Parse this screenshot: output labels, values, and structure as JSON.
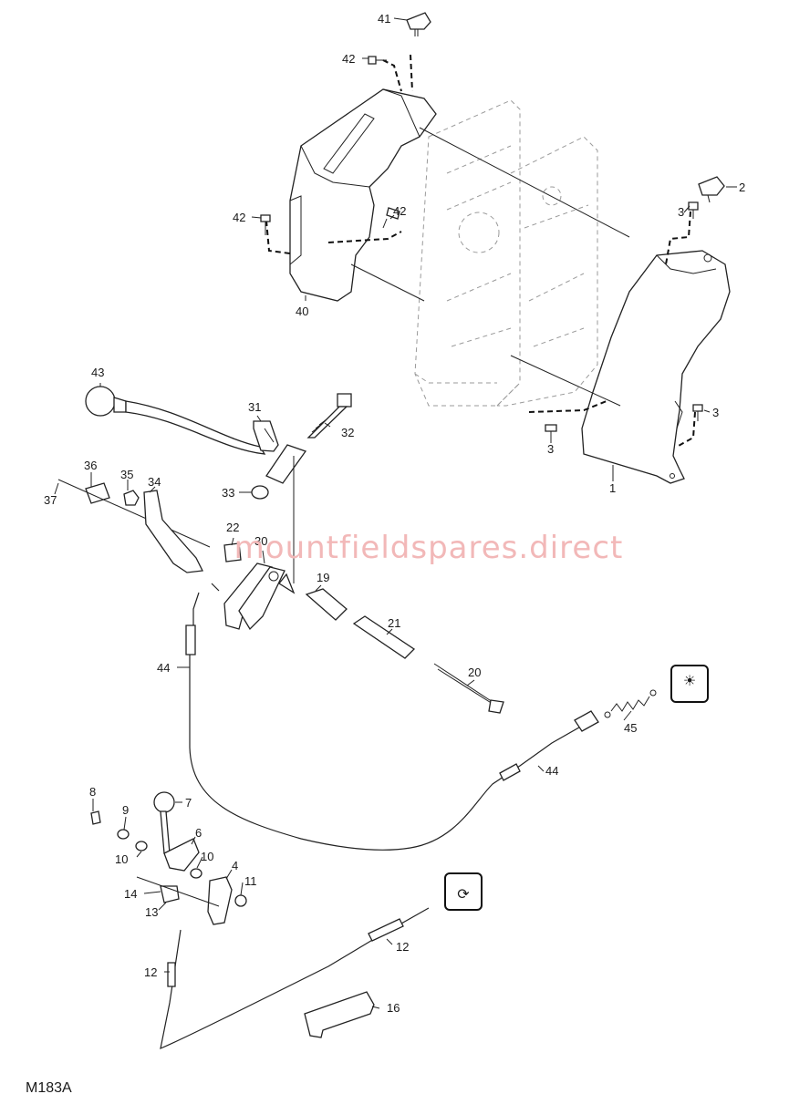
{
  "diagram": {
    "drawing_code": "M183A",
    "watermark": "mountfieldspares.direct",
    "icons": [
      {
        "name": "drive-engage-icon",
        "glyph": "☀"
      },
      {
        "name": "chute-rotate-icon",
        "glyph": "⟳"
      }
    ],
    "callouts": [
      {
        "id": "41",
        "text": "41"
      },
      {
        "id": "42a",
        "text": "42"
      },
      {
        "id": "2",
        "text": "2"
      },
      {
        "id": "3a",
        "text": "3"
      },
      {
        "id": "42b",
        "text": "42"
      },
      {
        "id": "42c",
        "text": "42"
      },
      {
        "id": "40",
        "text": "40"
      },
      {
        "id": "43",
        "text": "43"
      },
      {
        "id": "31",
        "text": "31"
      },
      {
        "id": "32",
        "text": "32"
      },
      {
        "id": "3b",
        "text": "3"
      },
      {
        "id": "3c",
        "text": "3"
      },
      {
        "id": "1",
        "text": "1"
      },
      {
        "id": "36",
        "text": "36"
      },
      {
        "id": "35",
        "text": "35"
      },
      {
        "id": "34",
        "text": "34"
      },
      {
        "id": "37",
        "text": "37"
      },
      {
        "id": "33",
        "text": "33"
      },
      {
        "id": "22",
        "text": "22"
      },
      {
        "id": "30",
        "text": "30"
      },
      {
        "id": "19",
        "text": "19"
      },
      {
        "id": "21",
        "text": "21"
      },
      {
        "id": "20",
        "text": "20"
      },
      {
        "id": "44a",
        "text": "44"
      },
      {
        "id": "45",
        "text": "45"
      },
      {
        "id": "44b",
        "text": "44"
      },
      {
        "id": "8",
        "text": "8"
      },
      {
        "id": "7",
        "text": "7"
      },
      {
        "id": "9",
        "text": "9"
      },
      {
        "id": "6",
        "text": "6"
      },
      {
        "id": "10a",
        "text": "10"
      },
      {
        "id": "10b",
        "text": "10"
      },
      {
        "id": "4",
        "text": "4"
      },
      {
        "id": "14",
        "text": "14"
      },
      {
        "id": "11",
        "text": "11"
      },
      {
        "id": "13",
        "text": "13"
      },
      {
        "id": "12a",
        "text": "12"
      },
      {
        "id": "12b",
        "text": "12"
      },
      {
        "id": "16",
        "text": "16"
      }
    ]
  }
}
